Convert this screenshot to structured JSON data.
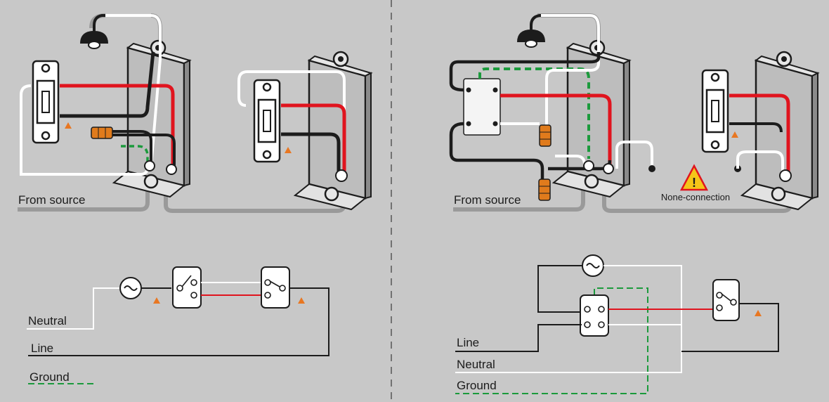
{
  "top_left": {
    "source_label": "From source"
  },
  "top_right": {
    "source_label": "From source",
    "warning_label": "None-connection"
  },
  "bottom_left": {
    "legend": [
      "Neutral",
      "Line",
      "Ground"
    ]
  },
  "bottom_right": {
    "legend": [
      "Line",
      "Neutral",
      "Ground"
    ]
  },
  "colors": {
    "background": "#c8c8c8",
    "hot": "#e0141e",
    "neutral": "#ffffff",
    "line": "#1c1c1c",
    "ground": "#1b9a3c",
    "return_path": "#9a9a9a",
    "wire_nut": "#e07b1c",
    "indicator": "#e87722",
    "warning": "#f5c518"
  }
}
